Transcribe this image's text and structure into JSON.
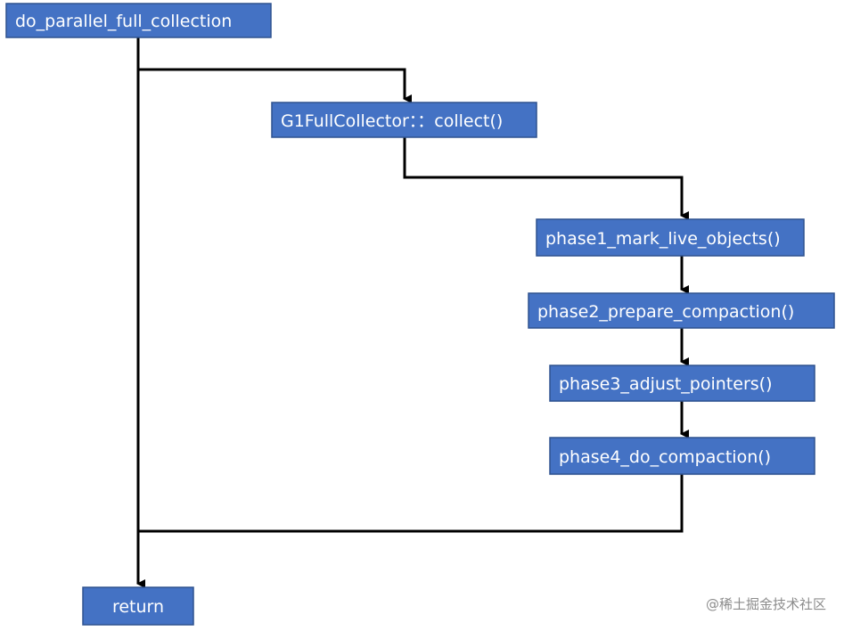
{
  "colors": {
    "node_fill": "#4472c4",
    "node_border": "#2f528f",
    "line": "#000000",
    "text": "#ffffff"
  },
  "nodes": {
    "entry": "do_parallel_full_collection",
    "collect": "G1FullCollector：：collect()",
    "phase1": "phase1_mark_live_objects()",
    "phase2": "phase2_prepare_compaction()",
    "phase3": "phase3_adjust_pointers()",
    "phase4": "phase4_do_compaction()",
    "exit": "return"
  },
  "watermark": "@稀土掘金技术社区"
}
